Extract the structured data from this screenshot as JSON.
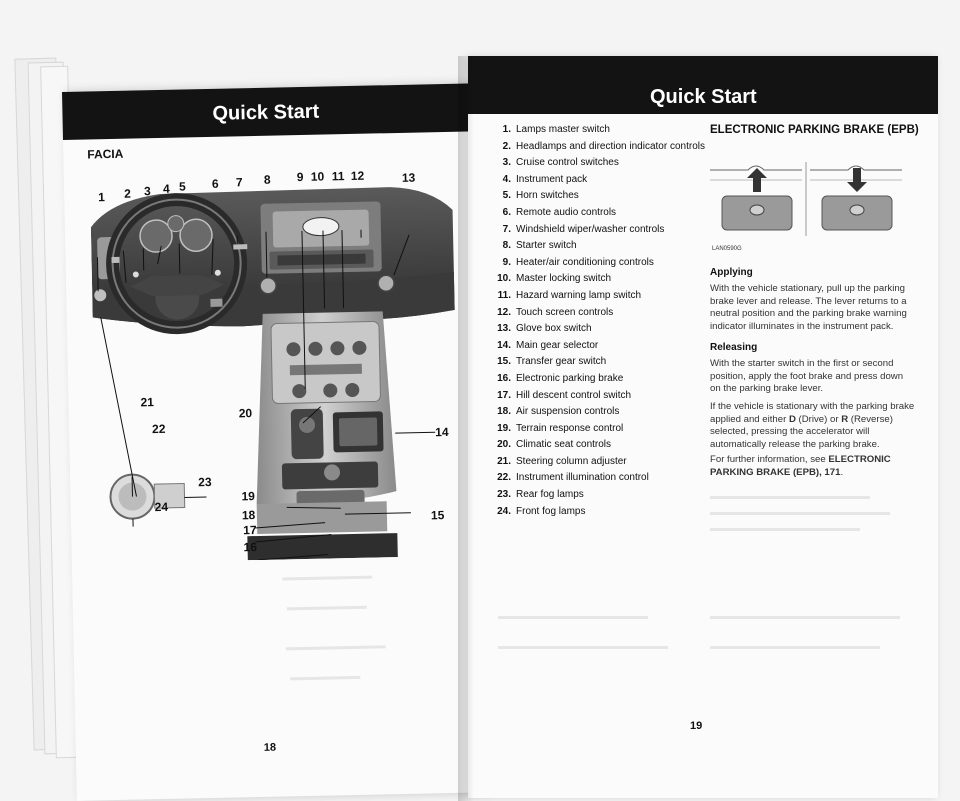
{
  "left_page": {
    "header": "Quick Start",
    "section": "FACIA",
    "page_number": "18",
    "callouts": [
      "1",
      "2",
      "3",
      "4",
      "5",
      "6",
      "7",
      "8",
      "9",
      "10",
      "11",
      "12",
      "13",
      "14",
      "15",
      "16",
      "17",
      "18",
      "19",
      "20",
      "21",
      "22",
      "23",
      "24"
    ]
  },
  "right_page": {
    "header": "Quick Start",
    "page_number": "19",
    "items": [
      {
        "n": "1.",
        "label": "Lamps master switch"
      },
      {
        "n": "2.",
        "label": "Headlamps and direction indicator controls"
      },
      {
        "n": "3.",
        "label": "Cruise control switches"
      },
      {
        "n": "4.",
        "label": "Instrument pack"
      },
      {
        "n": "5.",
        "label": "Horn switches"
      },
      {
        "n": "6.",
        "label": "Remote audio controls"
      },
      {
        "n": "7.",
        "label": "Windshield wiper/washer controls"
      },
      {
        "n": "8.",
        "label": "Starter switch"
      },
      {
        "n": "9.",
        "label": "Heater/air conditioning controls"
      },
      {
        "n": "10.",
        "label": "Master locking switch"
      },
      {
        "n": "11.",
        "label": "Hazard warning lamp switch"
      },
      {
        "n": "12.",
        "label": "Touch screen controls"
      },
      {
        "n": "13.",
        "label": "Glove box switch"
      },
      {
        "n": "14.",
        "label": "Main gear selector"
      },
      {
        "n": "15.",
        "label": "Transfer gear switch"
      },
      {
        "n": "16.",
        "label": "Electronic parking brake"
      },
      {
        "n": "17.",
        "label": "Hill descent control switch"
      },
      {
        "n": "18.",
        "label": "Air suspension controls"
      },
      {
        "n": "19.",
        "label": "Terrain response control"
      },
      {
        "n": "20.",
        "label": "Climatic seat controls"
      },
      {
        "n": "21.",
        "label": "Steering column adjuster"
      },
      {
        "n": "22.",
        "label": "Instrument illumination control"
      },
      {
        "n": "23.",
        "label": "Rear fog lamps"
      },
      {
        "n": "24.",
        "label": "Front fog lamps"
      }
    ],
    "epb": {
      "title": "ELECTRONIC PARKING BRAKE (EPB)",
      "figure_code": "LAN0590G",
      "applying_heading": "Applying",
      "applying_text": "With the vehicle stationary, pull up the parking brake lever and release. The lever returns to a neutral position and the parking brake warning indicator illuminates in the instrument pack.",
      "releasing_heading": "Releasing",
      "releasing_text": "With the starter switch in the first or second position, apply the foot brake and press down on the parking brake lever.",
      "stationary_text_1": "If the vehicle is stationary with the parking brake applied and either ",
      "drive_key": "D",
      "stationary_text_2": " (Drive) or ",
      "reverse_key": "R",
      "stationary_text_3": " (Reverse) selected, pressing the accelerator will automatically release the parking brake.",
      "further_text": "For further information, see ",
      "further_ref": "ELECTRONIC PARKING BRAKE (EPB), 171",
      "further_end": "."
    }
  }
}
